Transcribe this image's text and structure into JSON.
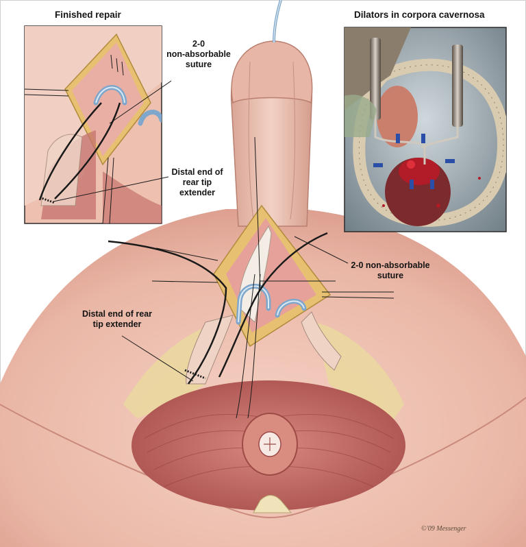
{
  "insets": {
    "left_title": "Finished repair",
    "right_title": "Dilators in corpora cavernosa"
  },
  "labels": {
    "inset_suture_l1": "2-0",
    "inset_suture_l2": "non-absorbable",
    "inset_suture_l3": "suture",
    "inset_extender_l1": "Distal end of",
    "inset_extender_l2": "rear tip",
    "inset_extender_l3": "extender",
    "main_suture_l1": "2-0 non-absorbable",
    "main_suture_l2": "suture",
    "main_extender_l1": "Distal end of rear",
    "main_extender_l2": "tip extender"
  },
  "signature": "©'09 Messenger",
  "colors": {
    "skin": "#efc3b4",
    "skin_shadow": "#dca294",
    "muscle": "#c9706c",
    "muscle_dark": "#a44b4a",
    "fat": "#e7d49a",
    "dilator": "#8fb7d8",
    "suture": "#1a1a1a",
    "photo_blood": "#b21c28"
  }
}
